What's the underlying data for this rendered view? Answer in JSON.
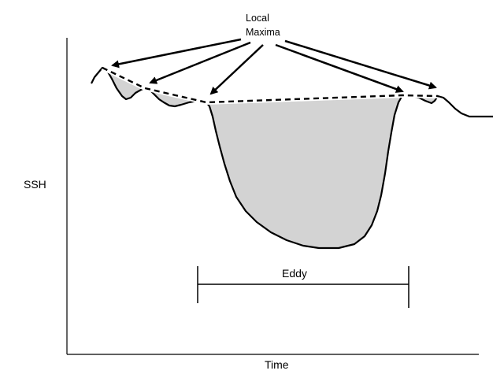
{
  "axes": {
    "ylabel": "SSH",
    "xlabel": "Time"
  },
  "annotation": {
    "line1": "Local",
    "line2": "Maxima",
    "arrow_count": 5
  },
  "span": {
    "label": "Eddy"
  },
  "colors": {
    "fill": "#d3d3d3",
    "line": "#000000",
    "background": "#ffffff"
  }
}
